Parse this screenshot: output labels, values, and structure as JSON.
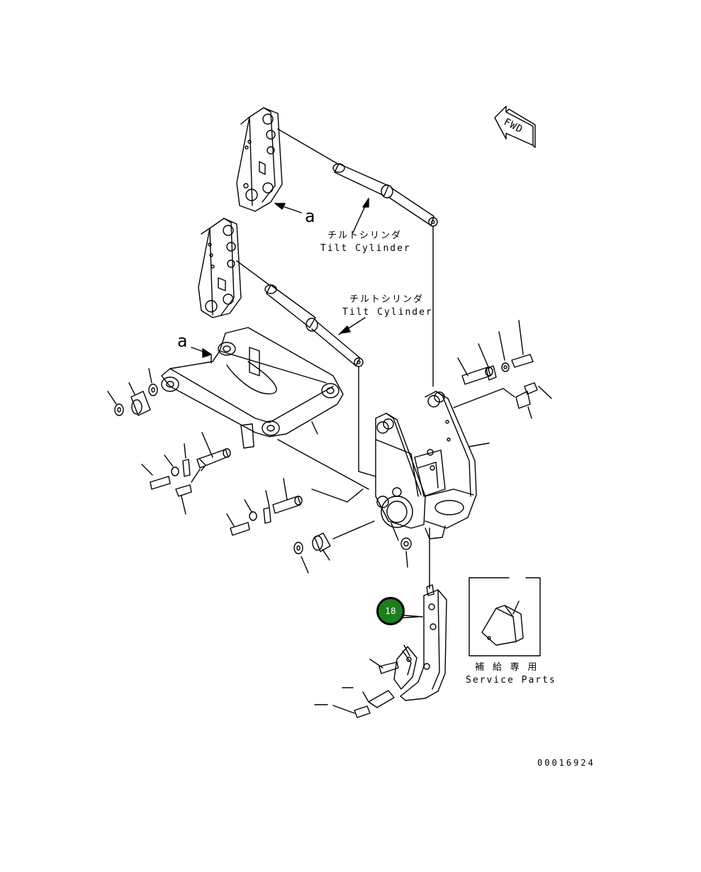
{
  "callouts": {
    "tilt_cylinder_upper": {
      "jp": "チルトシリンダ",
      "en": "Tilt Cylinder"
    },
    "tilt_cylinder_lower": {
      "jp": "チルトシリンダ",
      "en": "Tilt Cylinder"
    },
    "view_marker_upper": "a",
    "view_marker_lower": "a",
    "fwd_arrow": "FWD",
    "service_parts": {
      "jp": "補 給 専 用",
      "en": "Service Parts"
    }
  },
  "hotspot": {
    "number": "18",
    "color": "#1e7d1e"
  },
  "drawing_number": "00016924"
}
